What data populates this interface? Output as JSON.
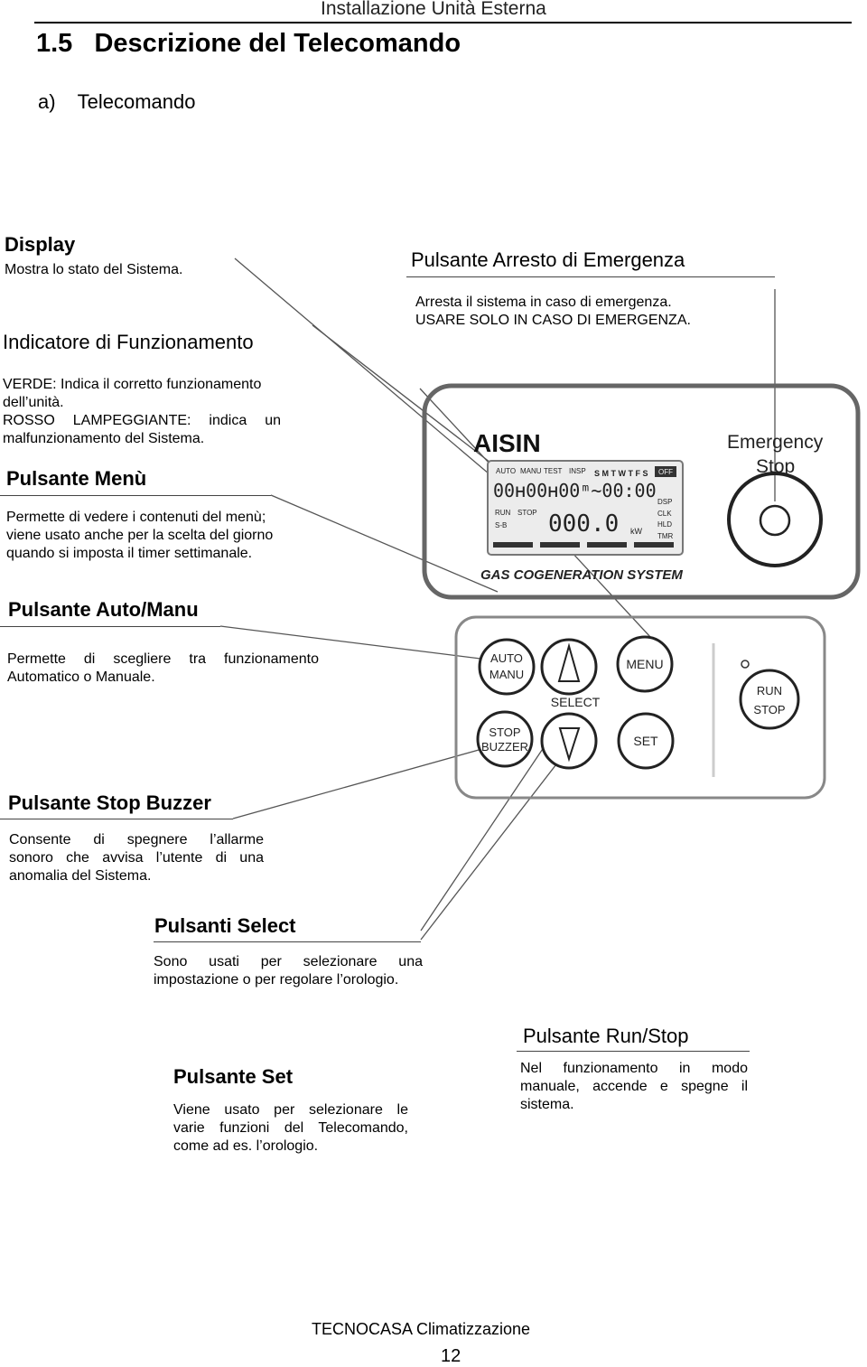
{
  "header": {
    "section_title": "Installazione Unità Esterna",
    "chapter": "1.5   Descrizione del Telecomando",
    "subheading": "a)    Telecomando"
  },
  "callouts": {
    "display": {
      "title": "Display",
      "text": "Mostra lo stato del Sistema."
    },
    "indicator": {
      "title": "Indicatore di Funzionamento",
      "lines": [
        "VERDE: Indica il corretto funzionamento",
        "dell’unità.",
        "ROSSO  LAMPEGGIANTE:  indica  un",
        "malfunzionamento del Sistema."
      ]
    },
    "menu": {
      "title": "Pulsante Menù",
      "lines": [
        "Permette di vedere i contenuti del menù;",
        "viene usato anche per la scelta del giorno",
        "quando si imposta il timer settimanale."
      ]
    },
    "auto_manu": {
      "title": "Pulsante Auto/Manu",
      "lines": [
        "Permette  di  scegliere  tra  funzionamento",
        "Automatico o Manuale."
      ]
    },
    "stop_buzzer": {
      "title": "Pulsante Stop Buzzer",
      "lines": [
        "Consente  di  spegnere  l’allarme",
        "sonoro  che  avvisa  l’utente  di  una",
        "anomalia del Sistema."
      ]
    },
    "select": {
      "title": "Pulsanti Select",
      "lines": [
        "Sono  usati  per  selezionare  una",
        "impostazione o per regolare l’orologio."
      ]
    },
    "set": {
      "title": "Pulsante Set",
      "lines": [
        "Viene  usato  per  selezionare  le",
        "varie  funzioni  del  Telecomando,",
        "come ad es. l’orologio."
      ]
    },
    "emergency": {
      "title": "Pulsante Arresto di Emergenza",
      "lines": [
        "Arresta il sistema in caso di emergenza.",
        "USARE SOLO IN CASO DI EMERGENZA."
      ]
    },
    "run_stop": {
      "title": "Pulsante Run/Stop",
      "lines": [
        "Nel  funzionamento  in  modo",
        "manuale,   accende  e  spegne  il",
        "sistema."
      ]
    }
  },
  "device": {
    "brand": "AISIN",
    "emergency_label_1": "Emergency",
    "emergency_label_2": "Stop",
    "system_name": "GAS COGENERATION SYSTEM",
    "lcd": {
      "modes": [
        "AUTO",
        "MANU",
        "TEST",
        "INSP"
      ],
      "days": "S M T W T F S",
      "off_badge": "OFF",
      "clock": "00ʜ00ʜ00ᵐ~00:00",
      "status_left": [
        "RUN",
        "STOP",
        "S-B"
      ],
      "power_value": "000.0",
      "power_unit": "kW",
      "status_right": [
        "DSP",
        "CLK",
        "HLD",
        "TMR"
      ]
    },
    "buttons": {
      "auto": "AUTO",
      "manu": "MANU",
      "menu": "MENU",
      "select": "SELECT",
      "stop": "STOP",
      "buzzer": "BUZZER",
      "set": "SET",
      "run": "RUN",
      "run_stop": "STOP"
    }
  },
  "footer": {
    "company": "TECNOCASA Climatizzazione",
    "page_number": "12"
  }
}
